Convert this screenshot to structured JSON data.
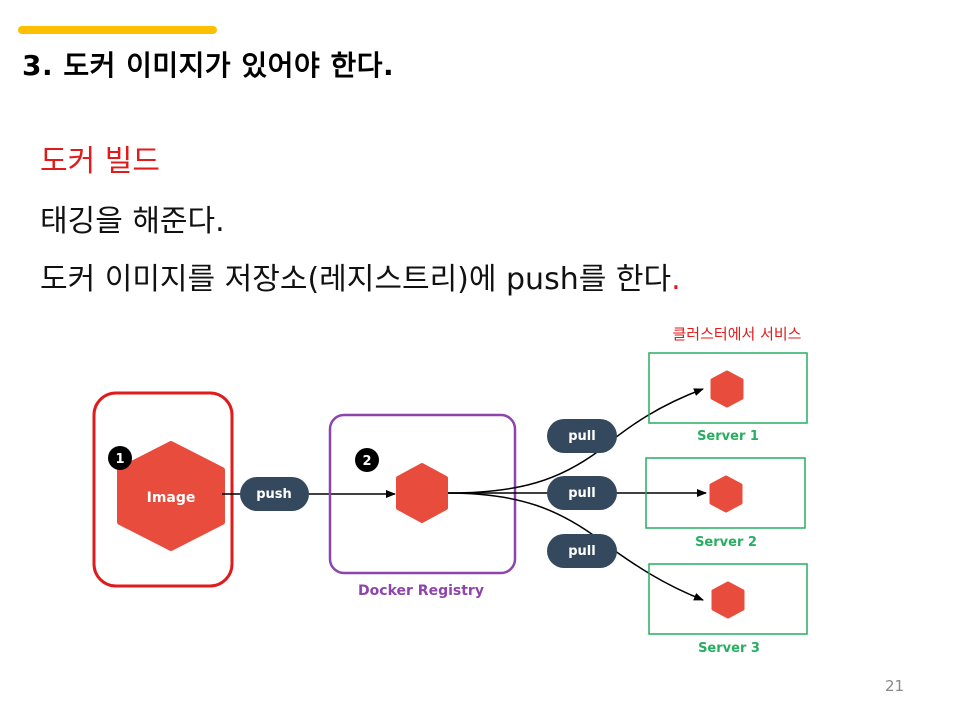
{
  "slide": {
    "title": "3. 도커 이미지가 있어야 한다.",
    "bullets": [
      {
        "text": "도커 빌드",
        "color": "#e01b1b"
      },
      {
        "text": "태깅을 해준다."
      },
      {
        "text": "도커 이미지를 저장소(레지스트리)에 push를 한다",
        "suffix": "."
      }
    ],
    "page_number": "21",
    "accent_color": "#fcc000"
  },
  "diagram": {
    "cluster_caption": "클러스터에서 서비스",
    "image_box": {
      "step": "1",
      "label": "Image",
      "border_color": "#e01b1b"
    },
    "push_label": "push",
    "registry": {
      "step": "2",
      "label": "Docker Registry",
      "border_color": "#8e44ad"
    },
    "pull_labels": [
      "pull",
      "pull",
      "pull"
    ],
    "servers": [
      {
        "label": "Server 1"
      },
      {
        "label": "Server 2"
      },
      {
        "label": "Server 3"
      }
    ],
    "colors": {
      "hexagon": "#e74c3c",
      "pill": "#34495e",
      "server": "#27ae60"
    }
  }
}
